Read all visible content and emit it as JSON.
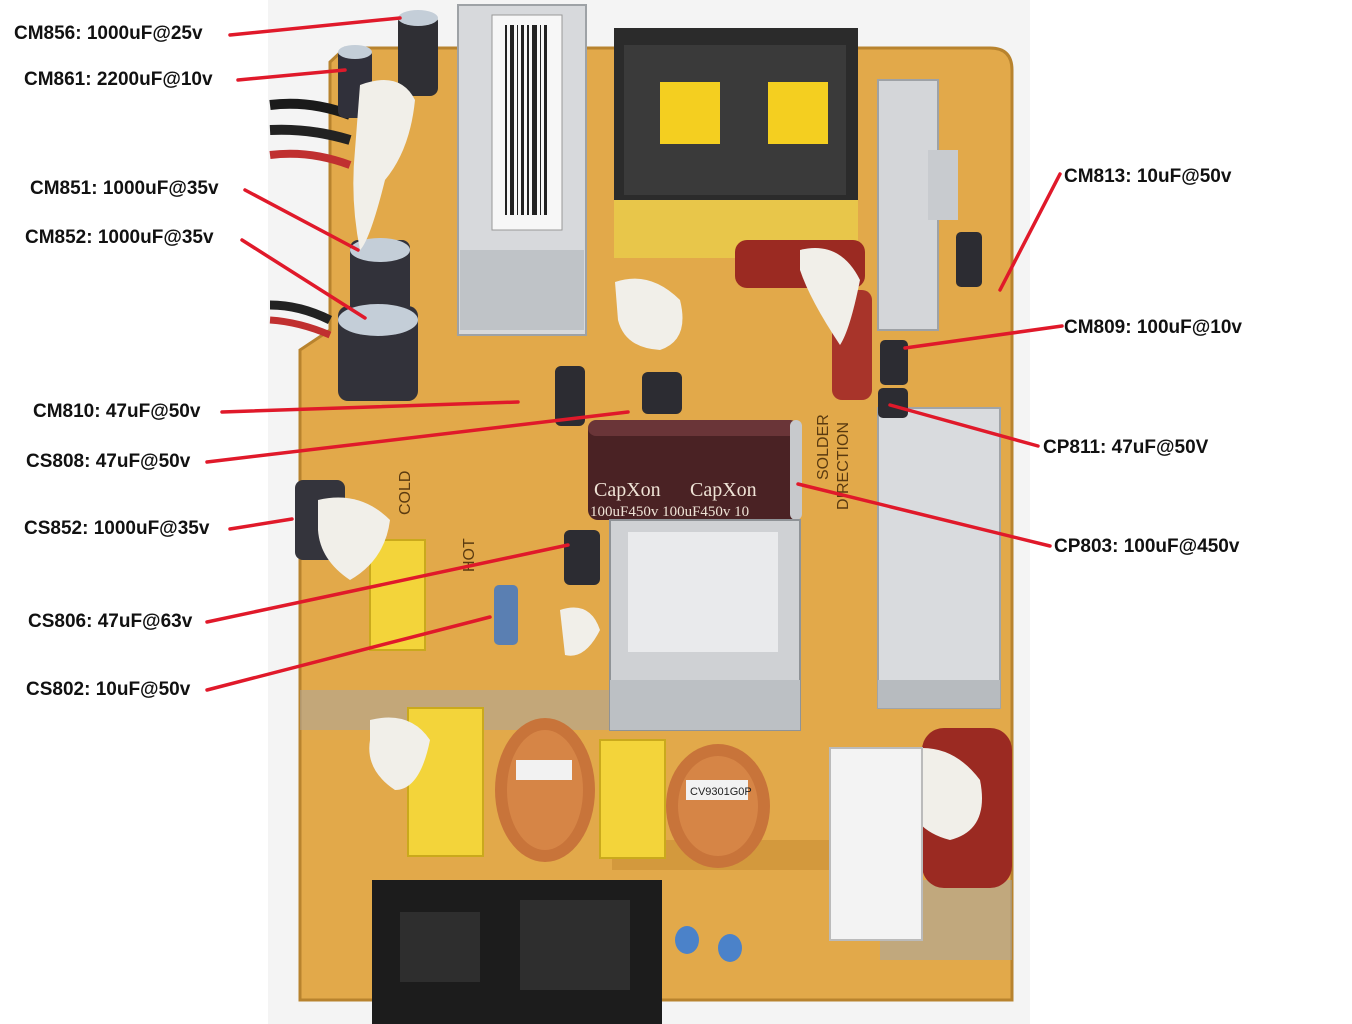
{
  "colors": {
    "board": "#e2a94a",
    "board_dark": "#c98f35",
    "leader": "#e0192a",
    "heatsink": "#d7d9dc",
    "capacitor_brown": "#4a2224",
    "copper": "#c8743a",
    "yellow_cap": "#f3d43a",
    "blue_cap": "#4b82c9"
  },
  "labels": {
    "cm856": "CM856: 1000uF@25v",
    "cm861": "CM861: 2200uF@10v",
    "cm851": "CM851: 1000uF@35v",
    "cm852": "CM852: 1000uF@35v",
    "cm810": "CM810: 47uF@50v",
    "cs808": "CS808: 47uF@50v",
    "cs852": "CS852: 1000uF@35v",
    "cs806": "CS806: 47uF@63v",
    "cs802": "CS802: 10uF@50v",
    "cm813": "CM813: 10uF@50v",
    "cm809": "CM809: 100uF@10v",
    "cp811": "CP811: 47uF@50V",
    "cp803": "CP803: 100uF@450v"
  },
  "board_print": {
    "capxon_left": "CapXon",
    "capxon_right": "CapXon",
    "rating": "100uF450v 100uF450v 10",
    "cold": "COLD",
    "hot": "HOT",
    "solder": "SOLDER",
    "direction": "DIRECTION",
    "coil_marking": "CV9301G0P"
  }
}
